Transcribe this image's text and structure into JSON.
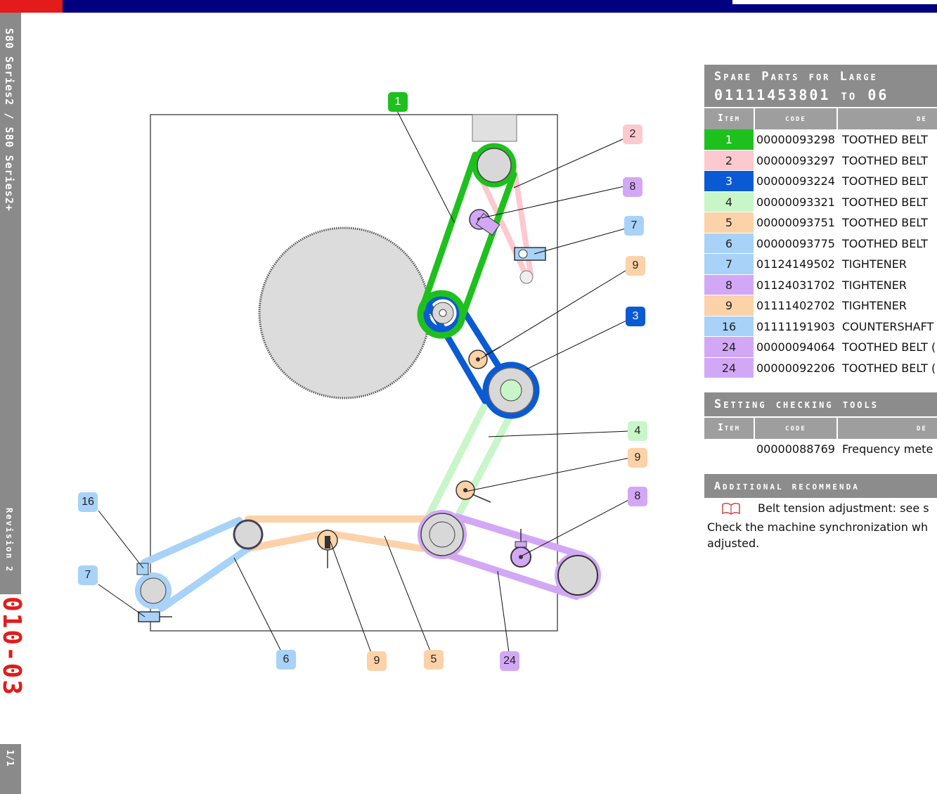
{
  "sidebar": {
    "series": "S80 Series2 / S80 Series2+",
    "revision": "Revision 2",
    "doc_code": "010-03",
    "page": "1/1"
  },
  "colors": {
    "green": "#1ec01e",
    "pink": "#fcc9cf",
    "blue": "#0a5ad4",
    "light_green": "#c8f6c8",
    "peach": "#fcd2a8",
    "light_blue": "#a8d2f8",
    "lilac": "#d2a8f6"
  },
  "diagram": {
    "callouts": [
      {
        "label": "1",
        "color": "#1ec01e",
        "text": "#fff"
      },
      {
        "label": "2",
        "color": "#fcc9cf",
        "text": "#222"
      },
      {
        "label": "8",
        "color": "#d2a8f6",
        "text": "#222"
      },
      {
        "label": "7",
        "color": "#a8d2f8",
        "text": "#222"
      },
      {
        "label": "9",
        "color": "#fcd2a8",
        "text": "#222"
      },
      {
        "label": "3",
        "color": "#0a5ad4",
        "text": "#fff"
      },
      {
        "label": "4",
        "color": "#c8f6c8",
        "text": "#222"
      },
      {
        "label": "9",
        "color": "#fcd2a8",
        "text": "#222"
      },
      {
        "label": "8",
        "color": "#d2a8f6",
        "text": "#222"
      },
      {
        "label": "16",
        "color": "#a8d2f8",
        "text": "#222"
      },
      {
        "label": "7",
        "color": "#a8d2f8",
        "text": "#222"
      },
      {
        "label": "6",
        "color": "#a8d2f8",
        "text": "#222"
      },
      {
        "label": "9",
        "color": "#fcd2a8",
        "text": "#222"
      },
      {
        "label": "5",
        "color": "#fcd2a8",
        "text": "#222"
      },
      {
        "label": "24",
        "color": "#d2a8f6",
        "text": "#222"
      }
    ]
  },
  "spare_parts": {
    "title_line1": "Spare Parts for Large",
    "title_line2": "01111453801 to 06",
    "col_item": "Item",
    "col_code": "code",
    "col_desc": "de",
    "rows": [
      {
        "item": "1",
        "code": "00000093298",
        "desc": "TOOTHED BELT",
        "color": "#1ec01e",
        "text": "#fff"
      },
      {
        "item": "2",
        "code": "00000093297",
        "desc": "TOOTHED BELT",
        "color": "#fcc9cf",
        "text": "#222"
      },
      {
        "item": "3",
        "code": "00000093224",
        "desc": "TOOTHED BELT",
        "color": "#0a5ad4",
        "text": "#fff"
      },
      {
        "item": "4",
        "code": "00000093321",
        "desc": "TOOTHED BELT",
        "color": "#c8f6c8",
        "text": "#222"
      },
      {
        "item": "5",
        "code": "00000093751",
        "desc": "TOOTHED BELT",
        "color": "#fcd2a8",
        "text": "#222"
      },
      {
        "item": "6",
        "code": "00000093775",
        "desc": "TOOTHED BELT",
        "color": "#a8d2f8",
        "text": "#222"
      },
      {
        "item": "7",
        "code": "01124149502",
        "desc": "TIGHTENER",
        "color": "#a8d2f8",
        "text": "#222"
      },
      {
        "item": "8",
        "code": "01124031702",
        "desc": "TIGHTENER",
        "color": "#d2a8f6",
        "text": "#222"
      },
      {
        "item": "9",
        "code": "01111402702",
        "desc": "TIGHTENER",
        "color": "#fcd2a8",
        "text": "#222"
      },
      {
        "item": "16",
        "code": "01111191903",
        "desc": "COUNTERSHAFT",
        "color": "#a8d2f8",
        "text": "#222"
      },
      {
        "item": "24",
        "code": "00000094064",
        "desc": "TOOTHED BELT (",
        "color": "#d2a8f6",
        "text": "#222"
      },
      {
        "item": "24",
        "code": "00000092206",
        "desc": "TOOTHED BELT (",
        "color": "#d2a8f6",
        "text": "#222"
      }
    ]
  },
  "tools": {
    "title": "Setting checking tools",
    "col_item": "Item",
    "col_code": "code",
    "col_desc": "de",
    "rows": [
      {
        "item": "",
        "code": "00000088769",
        "desc": "Frequency mete"
      }
    ]
  },
  "recommendations": {
    "title": "Additional recommenda",
    "line1": "Belt tension adjustment: see s",
    "line2": "Check the machine synchronization wh adjusted.",
    "book_icon": "book-icon"
  }
}
